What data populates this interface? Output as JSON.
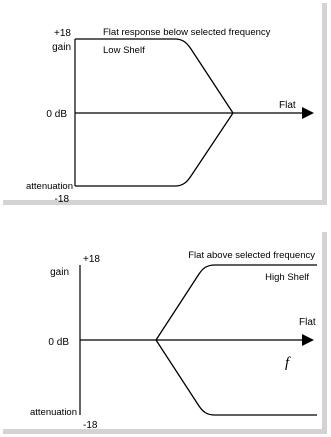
{
  "low_shelf": {
    "plus_label": "+18",
    "gain_label": "gain",
    "zero_label": "0 dB",
    "attenuation_label": "attenuation",
    "minus_label": "-18",
    "description": "Flat response below selected frequency",
    "name": "Low Shelf",
    "flat_label": "Flat"
  },
  "high_shelf": {
    "plus_label": "+18",
    "gain_label": "gain",
    "zero_label": "0 dB",
    "attenuation_label": "attenuation",
    "minus_label": "-18",
    "description": "Flat above selected frequency",
    "name": "High Shelf",
    "flat_label": "Flat",
    "frequency_symbol": "f"
  },
  "colors": {
    "panel_shadow": "#d3d3d3",
    "line": "#000000"
  }
}
